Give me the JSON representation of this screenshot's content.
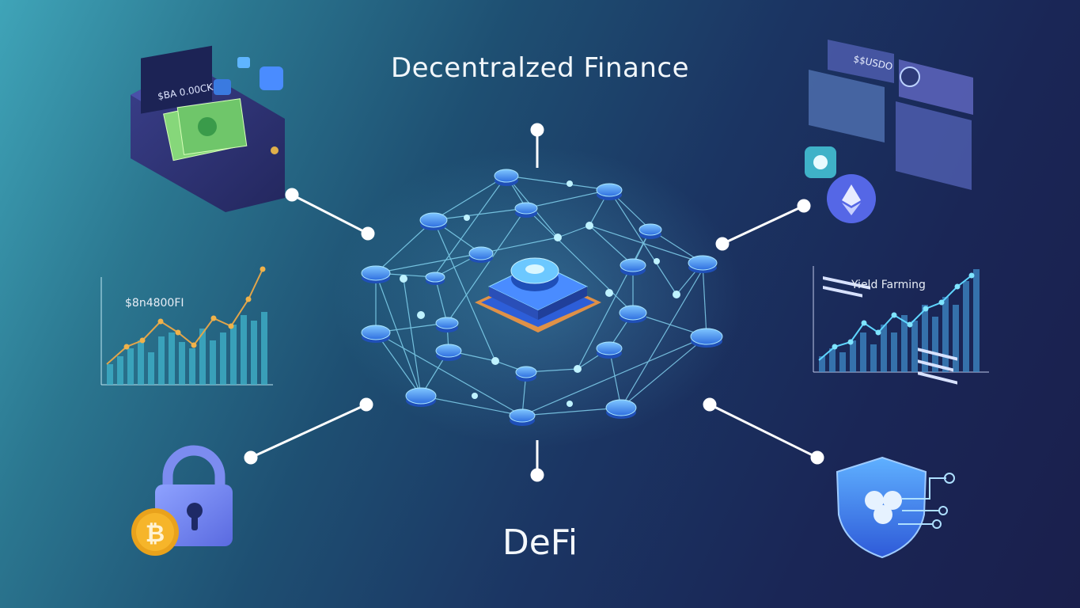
{
  "title": "Decentralzed Finance",
  "subtitle": "DeFi",
  "wallet": {
    "display_text": "$BA 0.00CK",
    "icon": "wallet-icon"
  },
  "left_chart": {
    "label": "$8n4800FI",
    "tick_labels": [
      "---",
      "---",
      "---",
      "---",
      "---",
      "---",
      "---",
      "---",
      "---"
    ]
  },
  "right_chart": {
    "label": "Yield Farming",
    "tick_labels": [
      "---",
      "---",
      "---",
      "---",
      "---",
      "---",
      "---",
      "---",
      "---"
    ]
  },
  "dashboard": {
    "card_text": "$$USDO",
    "icons": [
      "wallet-icon",
      "gauge-icon",
      "coin-icon",
      "ethereum-icon"
    ]
  },
  "lock": {
    "icon": "padlock-icon",
    "coin_icon": "bitcoin-icon"
  },
  "shield": {
    "icon": "shield-icon"
  },
  "colors": {
    "accent": "#5ad0ff",
    "node": "#3f7ef0",
    "core_glow": "#ff9a3c"
  }
}
